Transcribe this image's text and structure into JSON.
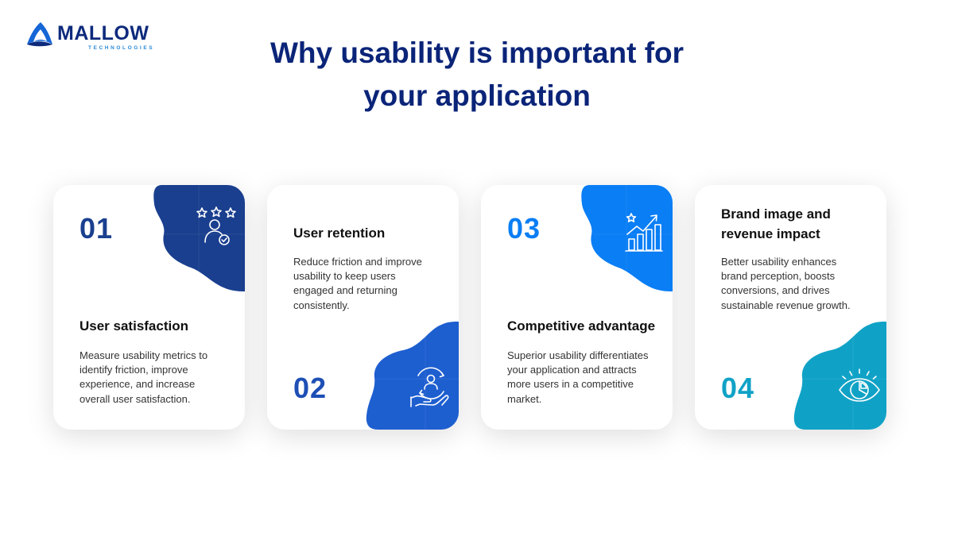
{
  "logo": {
    "name": "MALLOW",
    "subtitle": "TECHNOLOGIES"
  },
  "title": {
    "line1": "Why usability is important for",
    "line2": "your application"
  },
  "colors": {
    "navy": "#1a3f8f",
    "royal": "#1e5fd0",
    "bright": "#0a7ef5",
    "teal": "#10a2c6",
    "title": "#0a2478"
  },
  "cards": [
    {
      "number": "01",
      "title": "User satisfaction",
      "description": "Measure usability metrics to identify friction, improve experience, and increase overall user satisfaction.",
      "icon": "user-rating-icon"
    },
    {
      "number": "02",
      "title": "User retention",
      "description": "Reduce friction and improve usability to keep users engaged and returning consistently.",
      "icon": "user-care-icon"
    },
    {
      "number": "03",
      "title": "Competitive advantage",
      "description": "Superior usability differentiates your application and attracts more users in a competitive market.",
      "icon": "growth-chart-icon"
    },
    {
      "number": "04",
      "title": "Brand image and revenue impact",
      "description": "Better usability enhances brand perception, boosts conversions, and drives sustainable revenue growth.",
      "icon": "eye-chart-icon"
    }
  ]
}
